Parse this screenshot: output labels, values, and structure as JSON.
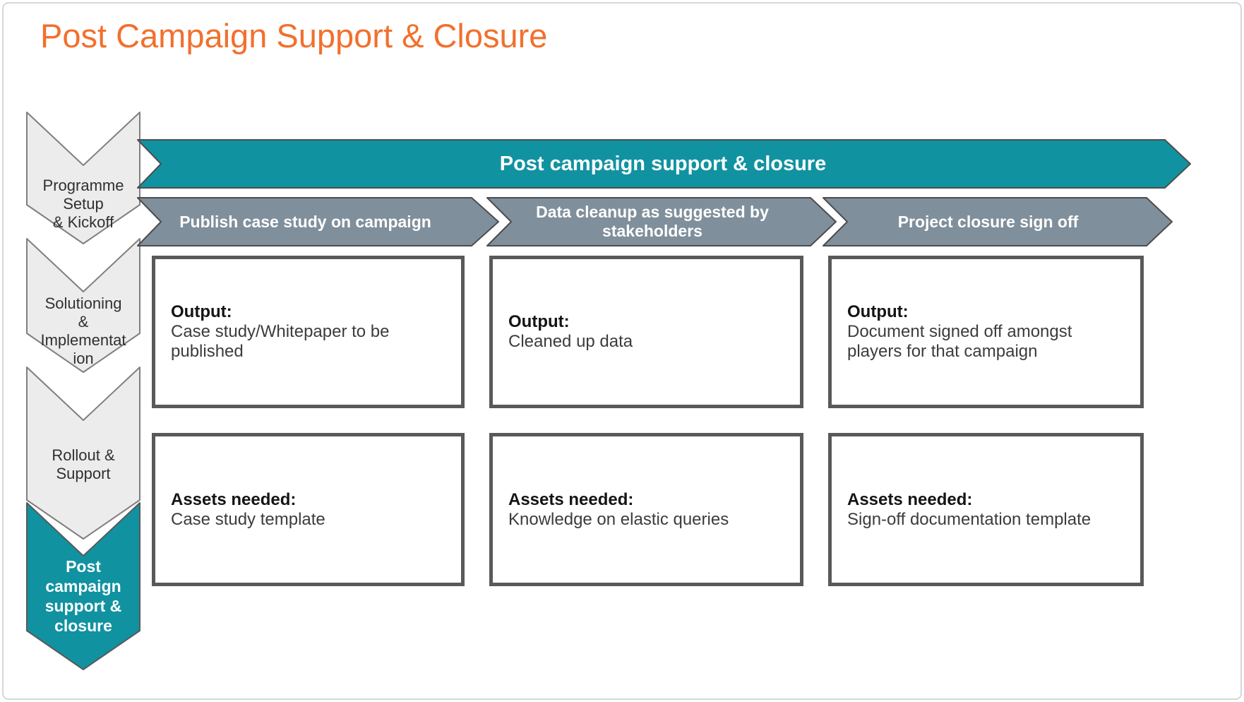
{
  "title": "Post Campaign Support & Closure",
  "colors": {
    "title_orange": "#F2702D",
    "teal": "#1192A1",
    "slate_gray": "#7F8F9B",
    "stage_gray_fill": "#ECECEC",
    "stage_gray_stroke": "#7F7F7F",
    "box_border": "#595959",
    "banner_text": "#FFFFFF"
  },
  "sidebar": {
    "stages": [
      {
        "name": "programme-setup",
        "active": false,
        "lines": [
          "Programme",
          "Setup",
          "& Kickoff"
        ]
      },
      {
        "name": "solutioning-implementation",
        "active": false,
        "lines": [
          "Solutioning",
          "&",
          "Implementat",
          "ion"
        ]
      },
      {
        "name": "rollout-support",
        "active": false,
        "lines": [
          "Rollout &",
          "Support"
        ]
      },
      {
        "name": "post-campaign-support-closure",
        "active": true,
        "lines": [
          "Post",
          "campaign",
          "support &",
          "closure"
        ]
      }
    ]
  },
  "main_banner": {
    "label": "Post campaign support & closure"
  },
  "steps": [
    {
      "banner": "Publish case study on campaign",
      "output_label": "Output:",
      "output_text": "Case study/Whitepaper to be published",
      "assets_label": "Assets needed:",
      "assets_text": "Case study template"
    },
    {
      "banner": "Data cleanup as suggested by stakeholders",
      "output_label": "Output:",
      "output_text": "Cleaned up data",
      "assets_label": "Assets needed:",
      "assets_text": "Knowledge on elastic queries"
    },
    {
      "banner": "Project closure sign off",
      "output_label": "Output:",
      "output_text": "Document signed off amongst players for that campaign",
      "assets_label": "Assets needed:",
      "assets_text": "Sign-off documentation template"
    }
  ]
}
